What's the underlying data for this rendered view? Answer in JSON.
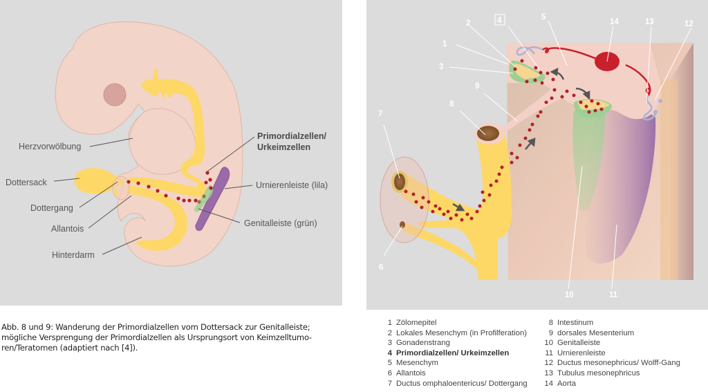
{
  "figure_left": {
    "labels": {
      "herzvorwoelbung": "Herzvorwölbung",
      "dottersack": "Dottersack",
      "dottergang": "Dottergang",
      "allantois": "Allantois",
      "hinterdarm": "Hinterdarm",
      "primordialzellen_line1": "Primordialzellen/",
      "primordialzellen_line2": "Urkeimzellen",
      "urnierenleiste": "Urnierenleiste (lila)",
      "genitalleiste": "Genitalleiste (grün)"
    }
  },
  "figure_right": {
    "numbers": [
      "1",
      "2",
      "3",
      "4",
      "5",
      "6",
      "7",
      "8",
      "9",
      "10",
      "11",
      "12",
      "13",
      "14"
    ],
    "highlighted_number": "4"
  },
  "caption": {
    "lines": [
      "Abb. 8 und 9: Wanderung der Primordialzellen vom Dottersack zur Genitalleiste;",
      "mögliche Versprengung der Primordialzellen als Ursprungsort von Keimzelltumo-",
      "ren/Teratomen (adaptiert nach [4])."
    ]
  },
  "legend": {
    "col1": [
      {
        "n": "1",
        "text": "Zölomepitel"
      },
      {
        "n": "2",
        "text": "Lokales Mesenchym (in Profilferation)"
      },
      {
        "n": "3",
        "text": "Gonadenstrang"
      },
      {
        "n": "4",
        "text": "Primordialzellen/ Urkeimzellen",
        "bold": true
      },
      {
        "n": "5",
        "text": "Mesenchym"
      },
      {
        "n": "6",
        "text": "Allantois"
      },
      {
        "n": "7",
        "text": "Ductus omphaloentericus/ Dottergang"
      }
    ],
    "col2": [
      {
        "n": "8",
        "text": "Intestinum"
      },
      {
        "n": "9",
        "text": "dorsales Mesenterium"
      },
      {
        "n": "10",
        "text": "Genitalleiste"
      },
      {
        "n": "11",
        "text": "Urnierenleiste"
      },
      {
        "n": "12",
        "text": "Ductus mesonephricus/ Wolff-Gang"
      },
      {
        "n": "13",
        "text": "Tubulus mesonephricus"
      },
      {
        "n": "14",
        "text": "Aorta"
      }
    ]
  },
  "colors": {
    "background": "#dcdcdc",
    "tissue": "#f2d4c8",
    "yolk": "#fdd866",
    "germ_cells": "#b3202a",
    "genital_ridge": "#9fcf96",
    "mesonephric_ridge": "#9b6aa8",
    "aorta": "#c8202c",
    "wolff_duct": "#a9b3d9"
  }
}
